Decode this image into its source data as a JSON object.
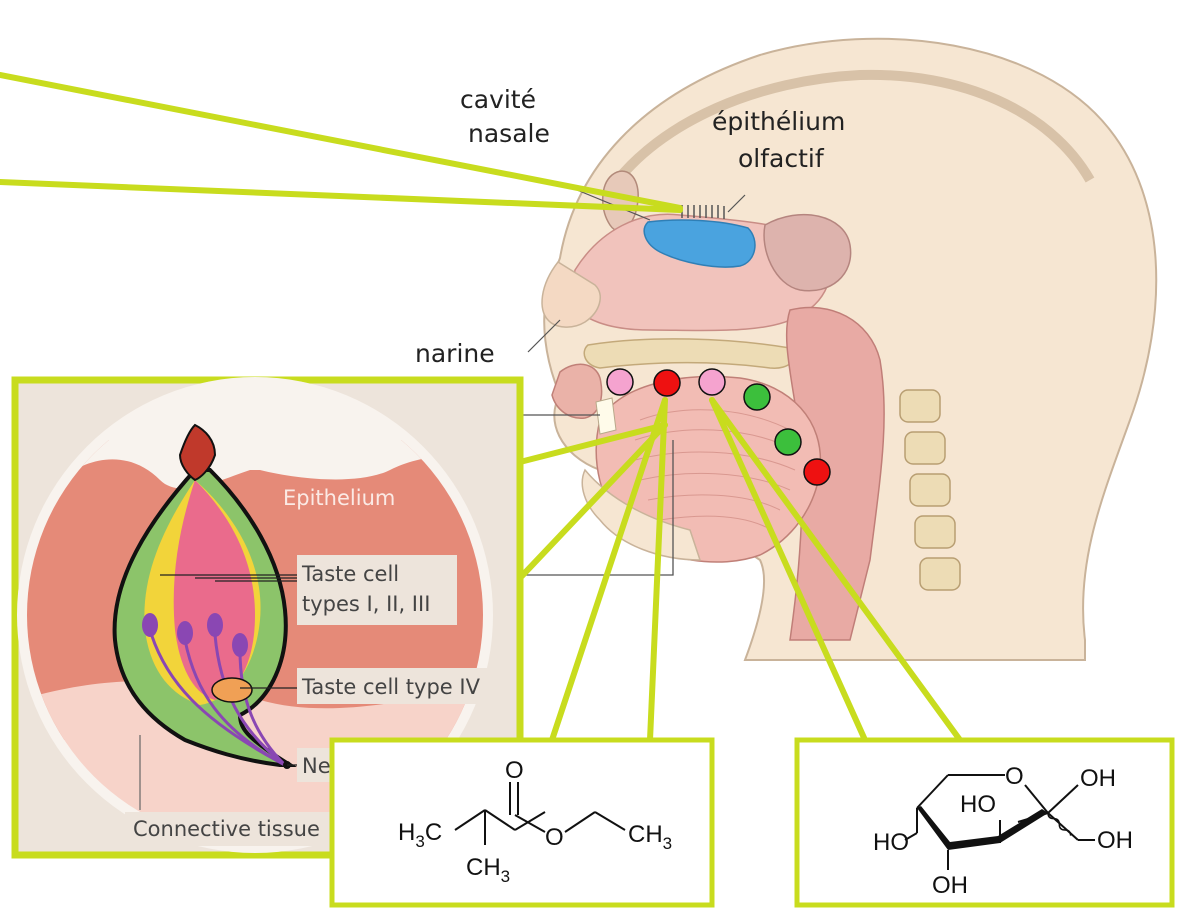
{
  "head_labels": {
    "nasal_cavity": [
      "cavité",
      "nasale"
    ],
    "olfactory_epithelium": [
      "épithélium",
      "olfactif"
    ],
    "nostril": "narine"
  },
  "taste_bud": {
    "epithelium": "Epithelium",
    "cell_types_1_3": [
      "Taste cell",
      "types I, II, III"
    ],
    "cell_type_4": "Taste cell type IV",
    "nerve_fibres": "Nerve fibres",
    "connective_tissue": "Connective tissue"
  },
  "molecule_ester": {
    "o_top": "O",
    "h3c": "H",
    "h3c_sub": "3",
    "h3c_c": "C",
    "o_mid": "O",
    "ch3_right": "CH",
    "ch3_right_sub": "3",
    "ch3_bottom": "CH",
    "ch3_bottom_sub": "3"
  },
  "molecule_sugar": {
    "ring_o": "O",
    "oh_top": "OH",
    "ho_inner": "HO",
    "ho_left": "HO",
    "oh_right": "OH",
    "oh_bottom": "OH"
  },
  "colors": {
    "highlight": "#c8dc1e",
    "tissue_pink": "#f2c4c0",
    "dot_pink": "#f5a3cf",
    "dot_red": "#ee1111",
    "dot_green": "#3cbf3c",
    "olfactory_blue": "#4aa3df"
  },
  "receptor_dots": [
    "pink",
    "red",
    "pink",
    "green",
    "green",
    "red"
  ]
}
